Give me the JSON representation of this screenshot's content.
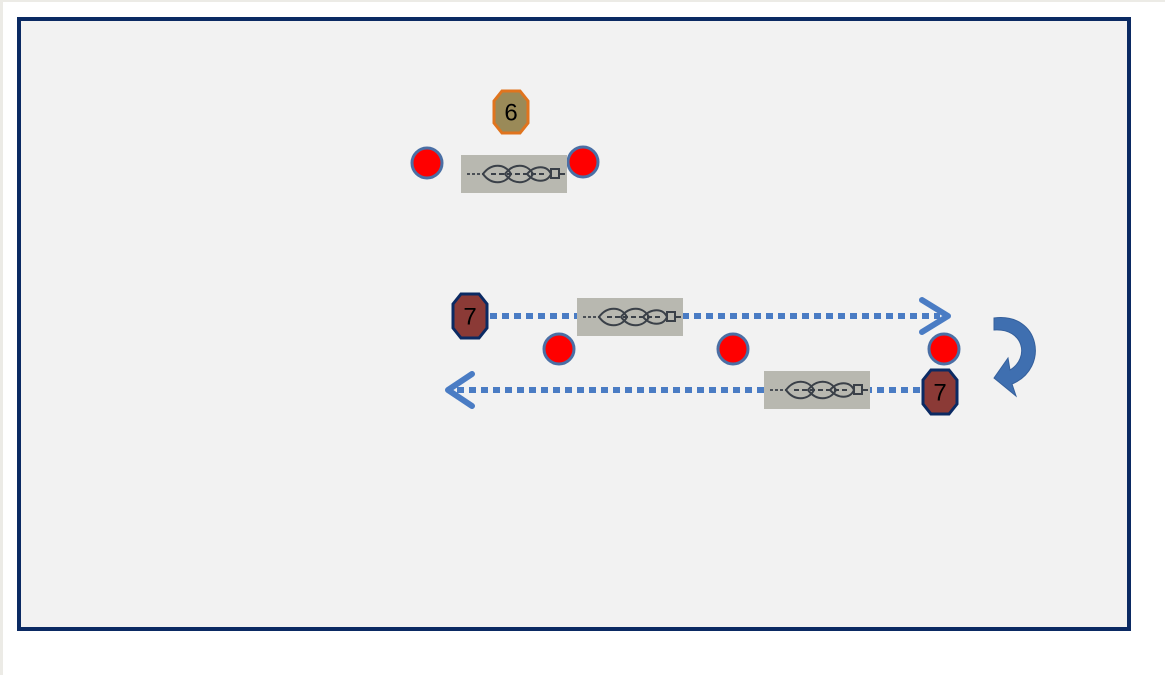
{
  "players": [
    {
      "id": "player-6",
      "number": "6",
      "fill": "#9a8a58",
      "stroke": "#e0741e"
    },
    {
      "id": "player-7-top",
      "number": "7",
      "fill": "#8b3a36",
      "stroke": "#0b2a63"
    },
    {
      "id": "player-7-bottom",
      "number": "7",
      "fill": "#8b3a36",
      "stroke": "#0b2a63"
    }
  ],
  "colors": {
    "field_border": "#0b2a63",
    "field_background": "#f2f2f2",
    "cone_fill": "#ff0000",
    "cone_stroke": "#4a6fa5",
    "arrow": "#4a7cc4",
    "turn_arrow": "#3f6fb0"
  },
  "icons": [
    "cone-icon",
    "chain-icon",
    "dotted-arrow-right",
    "dotted-arrow-left",
    "turn-arrow-icon"
  ]
}
